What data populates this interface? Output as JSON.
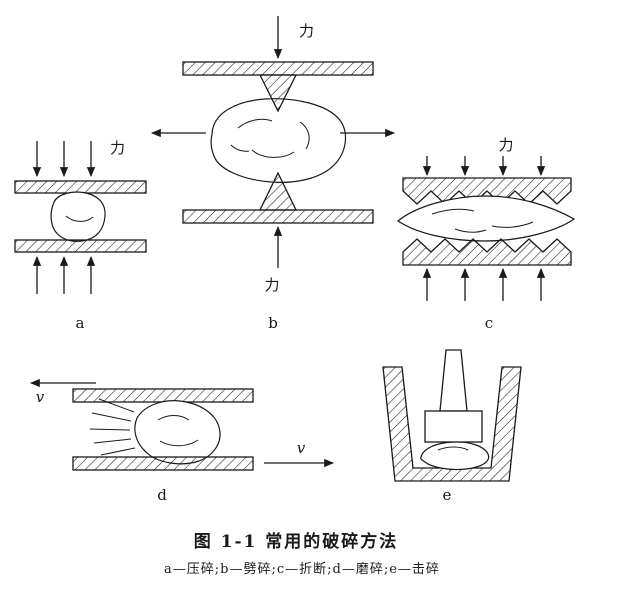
{
  "colors": {
    "ink": "#1a1a1a",
    "background": "#ffffff"
  },
  "figure": {
    "force_label": "力",
    "velocity_label": "v",
    "sub_labels": {
      "a": "a",
      "b": "b",
      "c": "c",
      "d": "d",
      "e": "e"
    },
    "caption": {
      "title": "图 1-1  常用的破碎方法",
      "legend": "a—压碎;b—劈碎;c—折断;d—磨碎;e—击碎"
    }
  }
}
